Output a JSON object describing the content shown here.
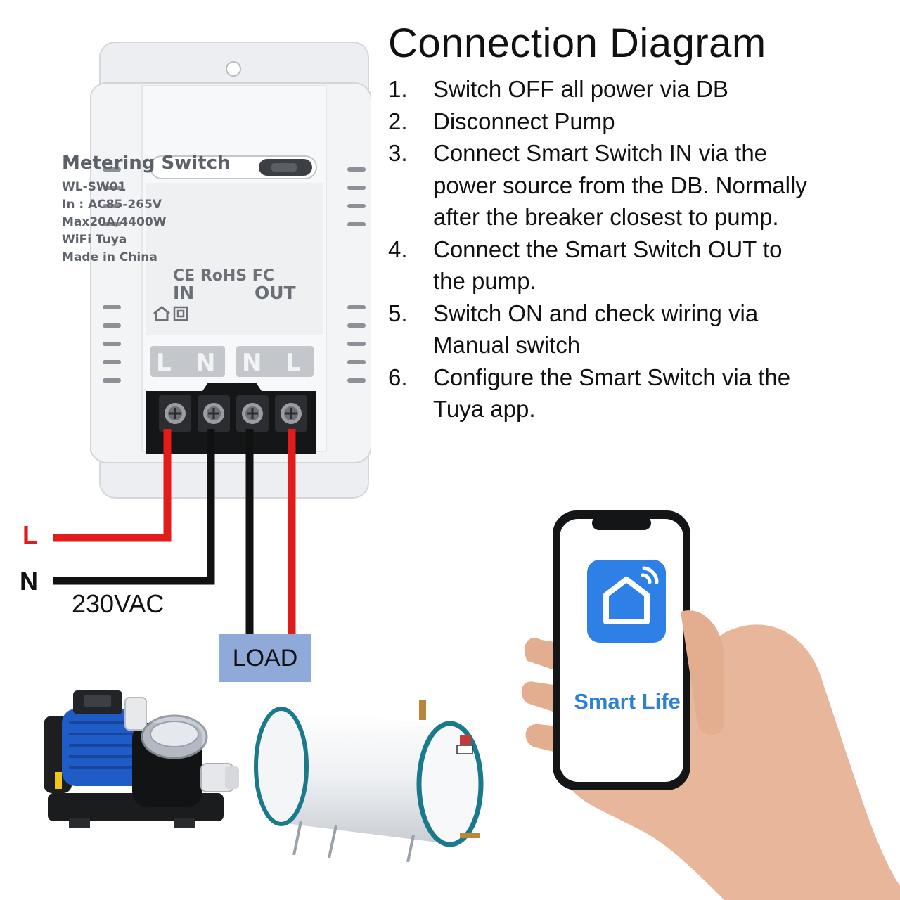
{
  "title": "Connection Diagram",
  "steps": [
    {
      "number": "1.",
      "text": "Switch OFF all power via DB"
    },
    {
      "number": "2.",
      "text": "Disconnect Pump"
    },
    {
      "number": "3.",
      "text": "Connect Smart Switch IN via the\npower source from the DB. Normally\nafter the breaker closest to pump."
    },
    {
      "number": "4.",
      "text": "Connect the Smart Switch OUT to\nthe pump."
    },
    {
      "number": "5.",
      "text": "Switch ON and check wiring via\nManual switch"
    },
    {
      "number": "6.",
      "text": "Configure the Smart Switch via the\nTuya app."
    }
  ],
  "device": {
    "name": "Metering Switch",
    "specs": [
      "WL-SW01",
      "In : AC85-265V",
      "Max20A/4400W",
      "WiFi  Tuya",
      "Made in China"
    ],
    "certifications": "CE RoHS FC",
    "in_label": "IN",
    "out_label": "OUT",
    "terminals": [
      "L",
      "N",
      "N",
      "L"
    ]
  },
  "wires": {
    "line_label": "L",
    "neutral_label": "N",
    "voltage_label": "230VAC",
    "load_label": "LOAD",
    "line_color": "#e21b1b",
    "neutral_color": "#111111"
  },
  "phone": {
    "app_name": "Smart Life",
    "app_icon": "smart-home-icon",
    "brand_color": "#2f80d1"
  },
  "appliances": [
    "pool-pump-image",
    "water-heater-image"
  ]
}
